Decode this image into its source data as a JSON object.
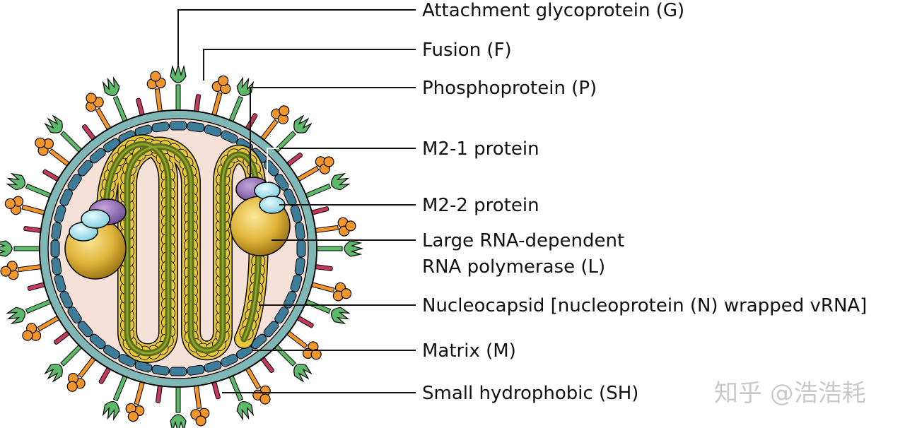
{
  "labels": {
    "g": "Attachment glycoprotein (G)",
    "f": "Fusion (F)",
    "p": "Phosphoprotein (P)",
    "m21": "M2-1 protein",
    "m22": "M2-2 protein",
    "l_line1": "Large RNA-dependent",
    "l_line2": "RNA polymerase (L)",
    "n": "Nucleocapsid [nucleoprotein (N) wrapped vRNA]",
    "m": "Matrix (M)",
    "sh": "Small hydrophobic (SH)"
  },
  "watermark": "知乎 @浩浩耗",
  "colors": {
    "interior": "#f5e1d8",
    "membrane": "#7fb6b6",
    "matrix": "#3d7d9a",
    "g_protein": "#5cba6a",
    "f_protein": "#f0962d",
    "sh_protein": "#c23b5a",
    "nucleocapsid_dark": "#5a6e1c",
    "nucleocapsid_light": "#e8c83a",
    "polymerase": "#d8a828",
    "phosphoprotein": "#8a62b0",
    "m2": "#a8e4ee"
  }
}
